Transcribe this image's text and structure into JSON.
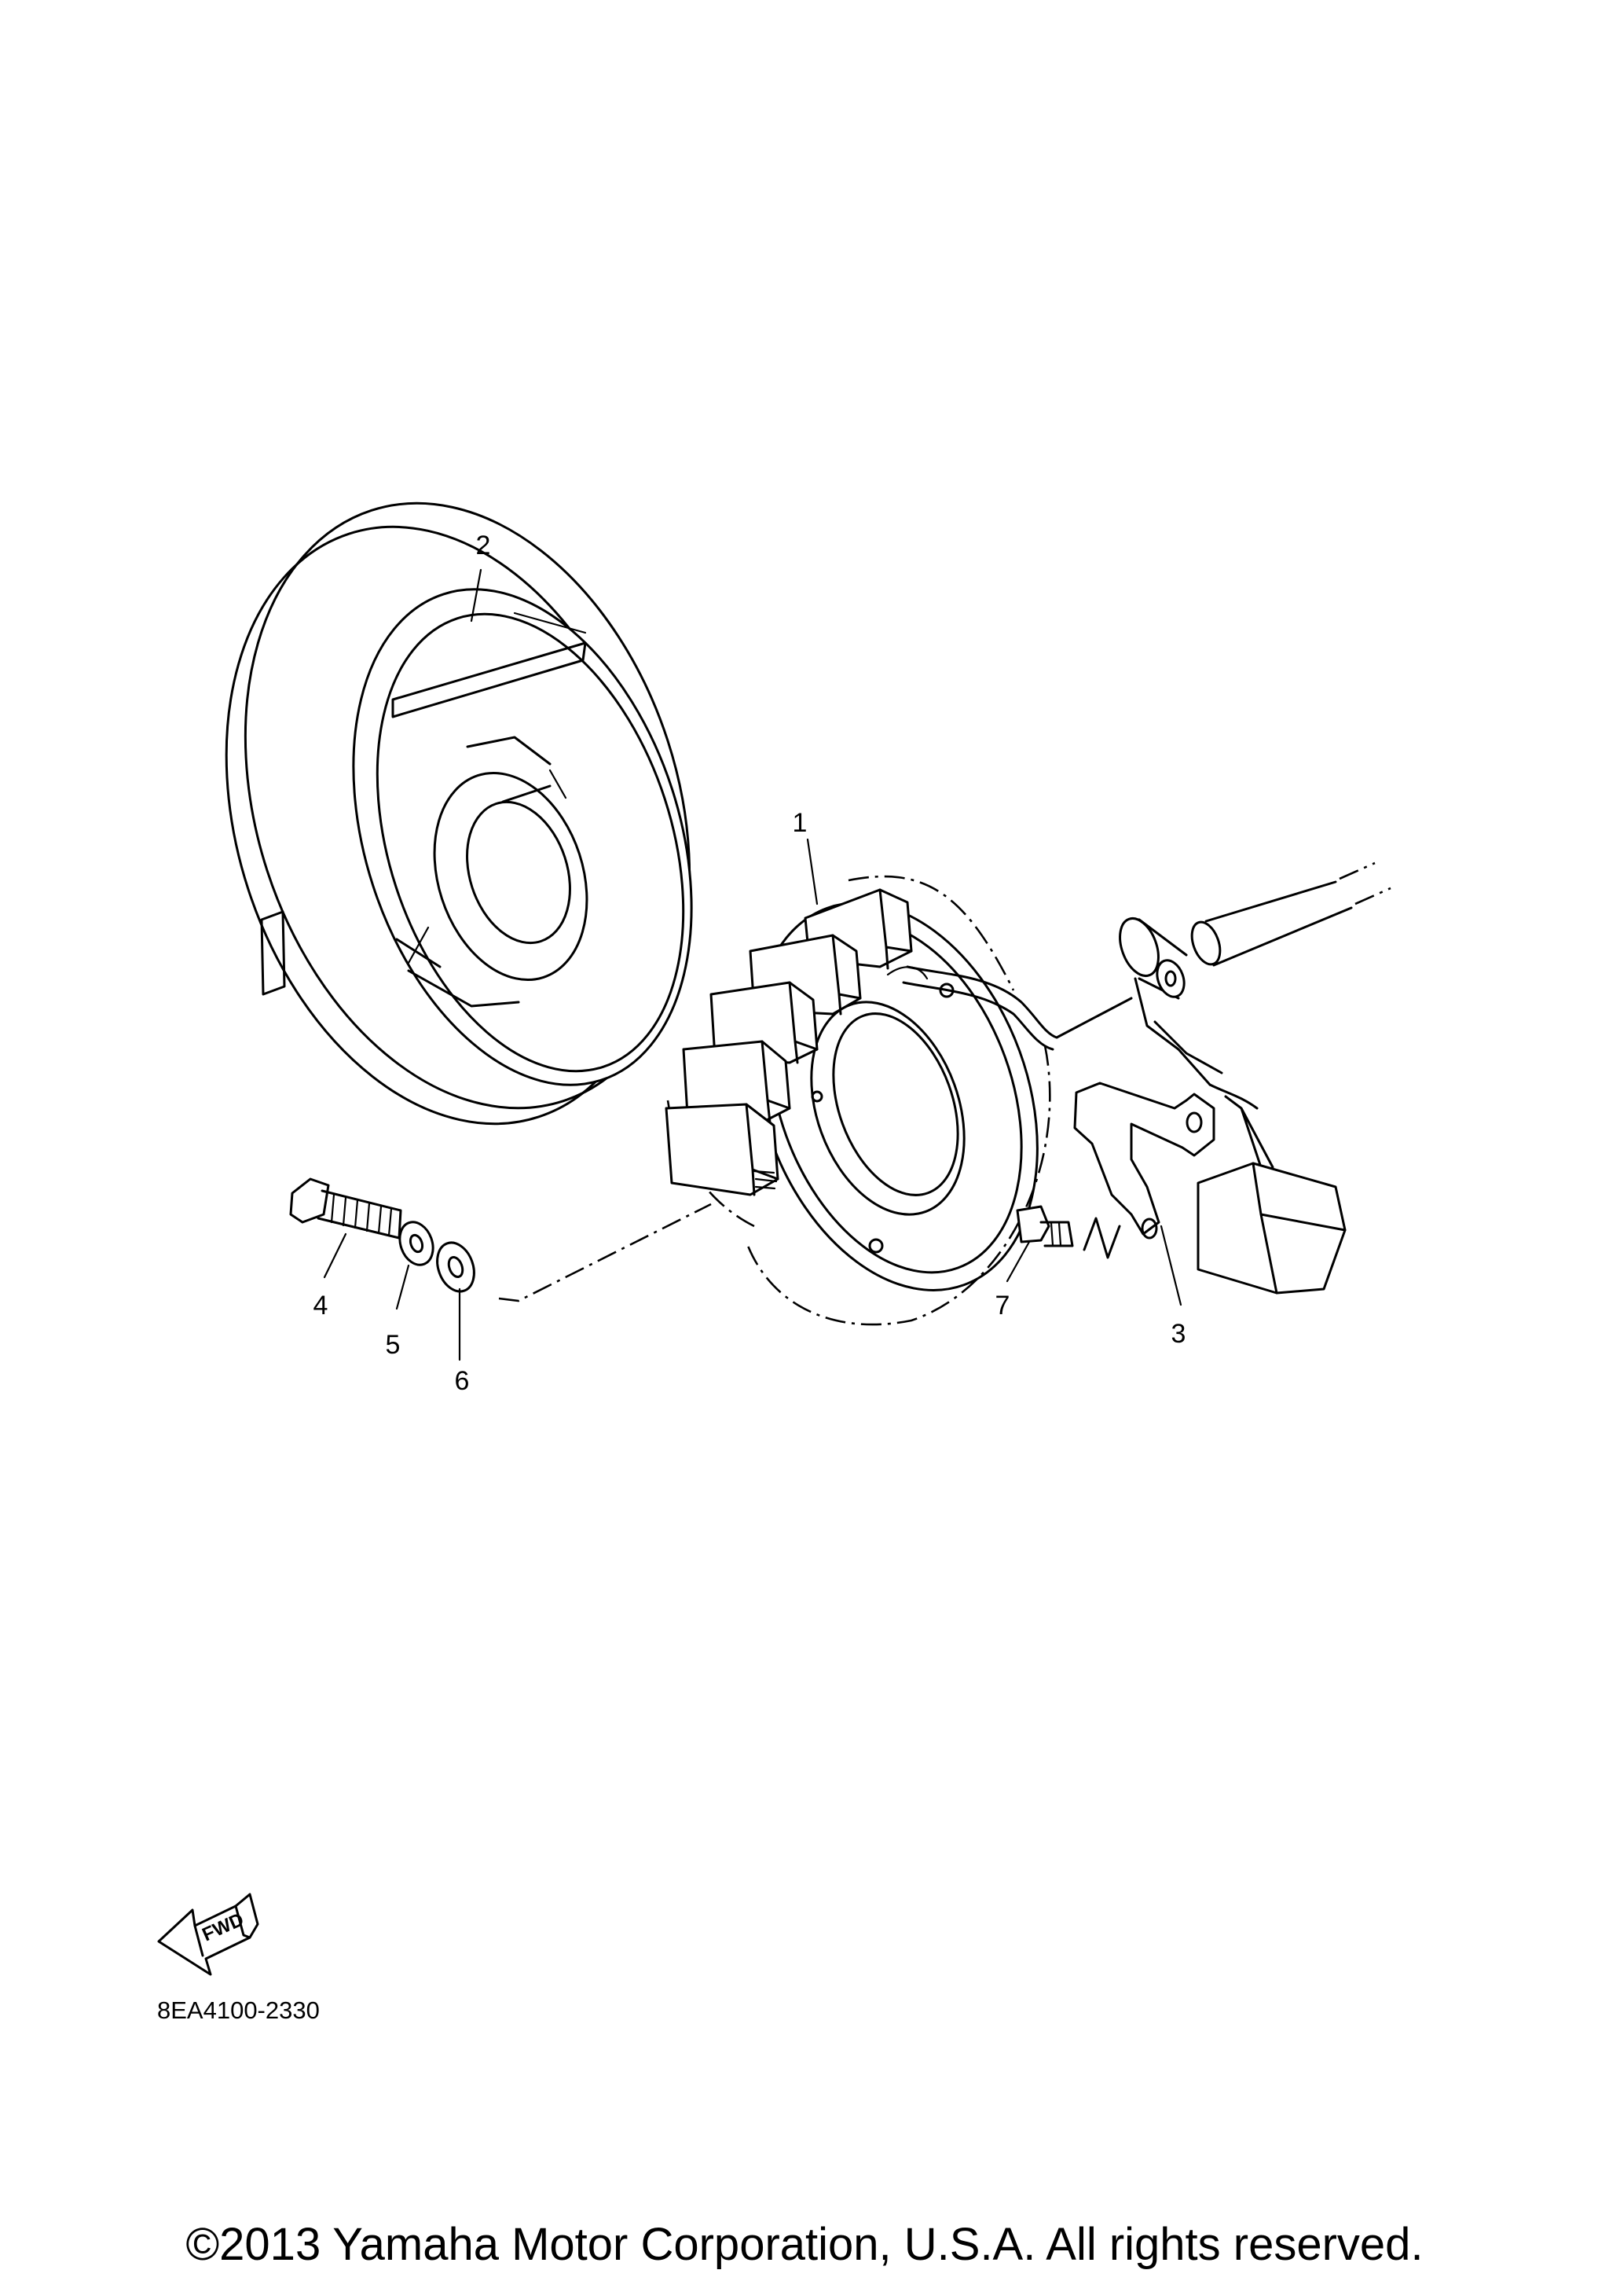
{
  "callouts": [
    {
      "id": "1",
      "label": "1"
    },
    {
      "id": "2",
      "label": "2"
    },
    {
      "id": "3",
      "label": "3"
    },
    {
      "id": "4",
      "label": "4"
    },
    {
      "id": "5",
      "label": "5"
    },
    {
      "id": "6",
      "label": "6"
    },
    {
      "id": "7",
      "label": "7"
    }
  ],
  "fwd_label": "FWD",
  "diagram_code": "8EA4100-2330",
  "copyright": "©2013 Yamaha Motor Corporation, U.S.A. All rights reserved."
}
